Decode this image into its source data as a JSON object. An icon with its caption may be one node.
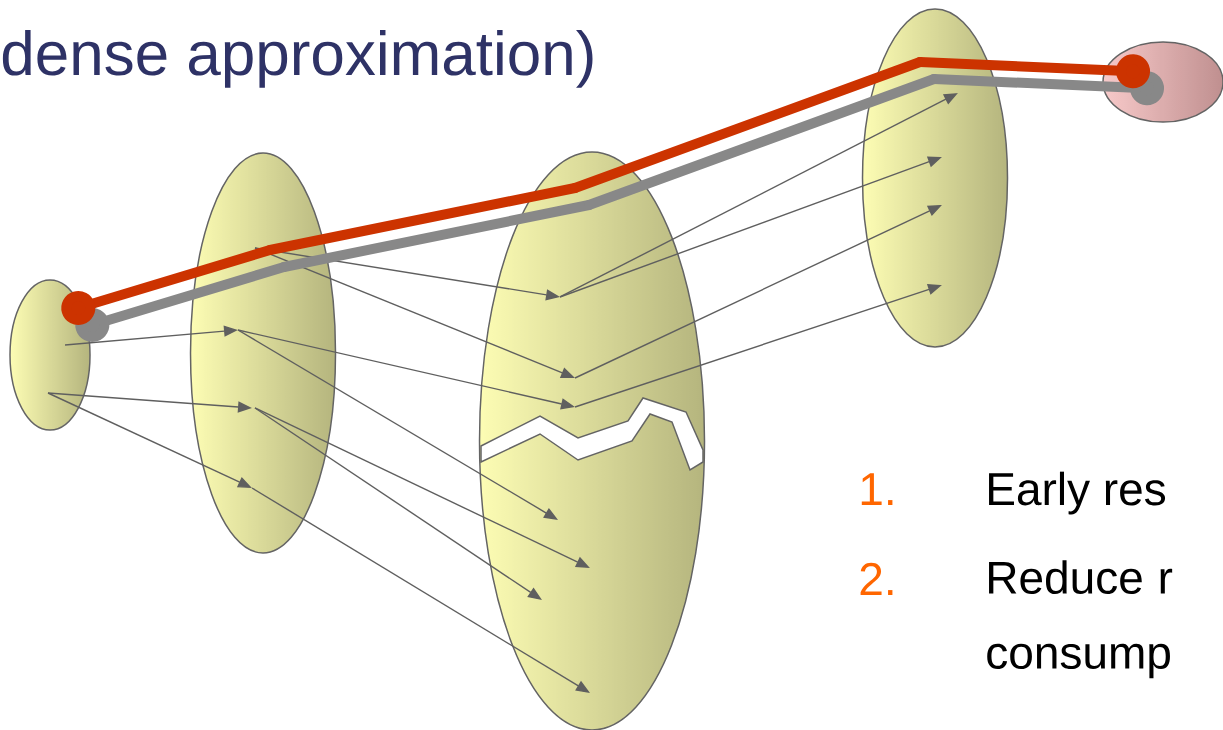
{
  "diagram": {
    "title": "dense approximation)",
    "nodes": [
      {
        "text": [],
        "shape": "ellipse"
      },
      {
        "text": [],
        "shape": "ellipse"
      },
      {
        "text": [],
        "shape": "ellipse"
      },
      {
        "text": [],
        "shape": "ellipse"
      },
      {
        "text": [],
        "shape": "ellipse"
      }
    ],
    "edges": [
      {
        "from": 0,
        "to": 1,
        "arrow": "to"
      },
      {
        "from": 0,
        "to": 1,
        "arrow": "to"
      },
      {
        "from": 0,
        "to": 1,
        "arrow": "to"
      },
      {
        "from": 1,
        "to": 2,
        "arrow": "to"
      },
      {
        "from": 1,
        "to": 2,
        "arrow": "to"
      },
      {
        "from": 1,
        "to": 2,
        "arrow": "to"
      },
      {
        "from": 1,
        "to": 2,
        "arrow": "to"
      },
      {
        "from": 1,
        "to": 2,
        "arrow": "to"
      },
      {
        "from": 1,
        "to": 2,
        "arrow": "to"
      },
      {
        "from": 1,
        "to": 2,
        "arrow": "to"
      },
      {
        "from": 2,
        "to": 3,
        "arrow": "to"
      },
      {
        "from": 2,
        "to": 3,
        "arrow": "to"
      },
      {
        "from": 2,
        "to": 3,
        "arrow": "to"
      },
      {
        "from": 2,
        "to": 3,
        "arrow": "to"
      },
      {
        "from": 0,
        "to": 1,
        "arrow": "other",
        "style": "thick",
        "color": "#888888"
      },
      {
        "from": 1,
        "to": 2,
        "arrow": "none",
        "style": "thick",
        "color": "#888888"
      },
      {
        "from": 2,
        "to": 3,
        "arrow": "none",
        "style": "thick",
        "color": "#888888"
      },
      {
        "from": 3,
        "to": 4,
        "arrow": "other",
        "style": "thick",
        "color": "#888888"
      },
      {
        "from": 0,
        "to": 1,
        "arrow": "other",
        "style": "thick",
        "color": "#cc3300"
      },
      {
        "from": 1,
        "to": 2,
        "arrow": "none",
        "style": "thick",
        "color": "#cc3300"
      },
      {
        "from": 2,
        "to": 3,
        "arrow": "none",
        "style": "thick",
        "color": "#cc3300"
      },
      {
        "from": 3,
        "to": 4,
        "arrow": "other",
        "style": "thick",
        "color": "#cc3300"
      }
    ],
    "labels": [
      "1.",
      "Early res",
      "2.",
      "Reduce r consump"
    ]
  }
}
